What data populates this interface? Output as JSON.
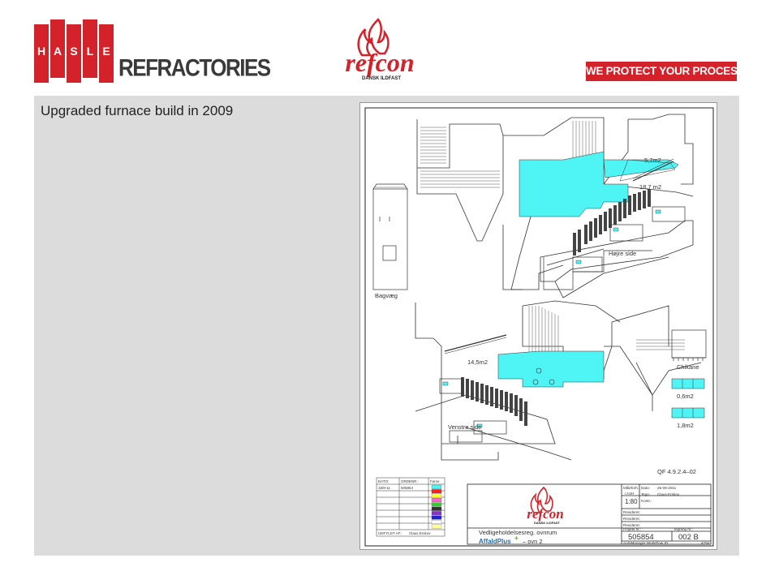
{
  "header": {
    "hasle_letters": [
      "H",
      "A",
      "S",
      "L",
      "E"
    ],
    "hasle_wordmark": "REFRACTORIES",
    "partner_logo_text": "refcon",
    "partner_logo_subtext": "DANSK ILDFAST",
    "slogan": "WE PROTECT YOUR PROCESS",
    "colors": {
      "brand_red": "#d3222a",
      "panel_gray": "#dcdcdc",
      "drawing_cyan": "#4ff4f4"
    }
  },
  "main": {
    "title": "Upgraded furnace build in 2009"
  },
  "drawing": {
    "areas": {
      "top_right_small": "5,7m2",
      "top_right_large": "18,7 m2",
      "middle_left": "14,5m2",
      "legend_small": "0,6m2",
      "legend_large": "1,8m2"
    },
    "labels": {
      "right_side": "Højre side",
      "left_side": "Venstre side",
      "back_wall": "Bagvæg",
      "chicane": "Chikane",
      "ref": "QF 4.9.2.4–02"
    },
    "order_table": {
      "headers": [
        "DATO:",
        "ORDENR.:",
        "Farve"
      ],
      "row": [
        "15/8-11",
        "505854"
      ],
      "swatches": [
        "#4ff4f4",
        "#ff2020",
        "#ffff33",
        "#ff66cc",
        "#33cc33",
        "#333333",
        "#8833cc",
        "#2222cc",
        "#ffffff",
        "#ffff99"
      ],
      "footer_label": "UDFYLDT AF:",
      "footer_value": "Claus Erskov"
    },
    "title_block": {
      "logo_text": "refcon",
      "logo_subtext": "DANSK ILDFAST",
      "project_title": "Vedligeholdelsesreg. ovnrum",
      "client_prefix": "AffaldPlus",
      "client_plus": "+",
      "client_suffix": "– ovn 2",
      "scale_label": "Måleforh.",
      "paper": "i A3H",
      "scale": "1:80",
      "date_label": "Dato:",
      "date": "25-08-2011",
      "drawn_label": "Tegn.:",
      "drawn_by": "Claus Erskov",
      "checked_label": "Kontr.:",
      "rev1": "Revideret:",
      "rev2": "Revideret:",
      "rev3": "Revideret:",
      "project_label": "Projekt nr.:",
      "drawing_label": "Tegning nr.:",
      "project_no": "505854",
      "drawing_no": "002 B",
      "workflow": "AutoManager WorkFlow ID:",
      "workflow_id": "4794"
    }
  }
}
